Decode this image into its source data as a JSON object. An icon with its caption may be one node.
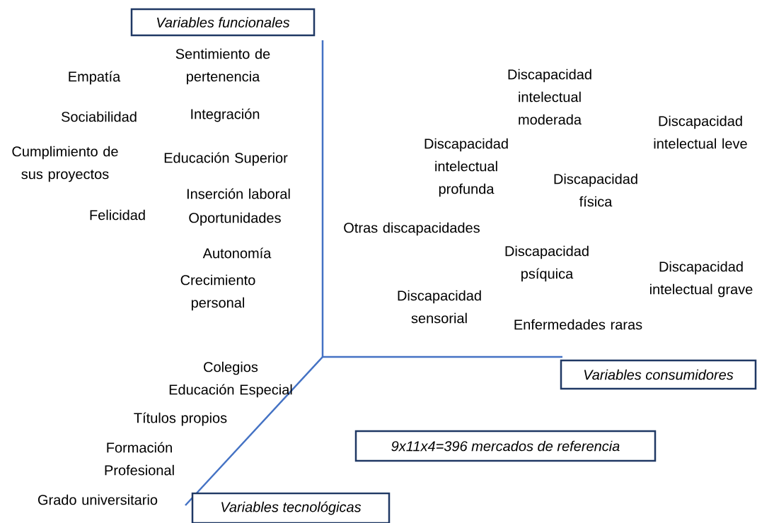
{
  "diagram": {
    "nodes": [
      {
        "text": [
          "Variables funcionales"
        ]
      },
      {
        "text": [
          "Variables consumidores"
        ]
      },
      {
        "text": [
          "9x11x4=396 mercados de referencia"
        ]
      },
      {
        "text": [
          "Variables tecnológicas"
        ]
      }
    ],
    "labels": [
      "Sentimiento de pertenencia",
      "Empatía",
      "Sociabilidad",
      "Integración",
      "Cumplimiento de sus proyectos",
      "Educación Superior",
      "Inserción laboral",
      "Felicidad",
      "Oportunidades",
      "Autonomía",
      "Crecimiento personal",
      "Discapacidad intelectual moderada",
      "Discapacidad intelectual leve",
      "Discapacidad intelectual profunda",
      "Discapacidad física",
      "Otras discapacidades",
      "Discapacidad psíquica",
      "Discapacidad intelectual grave",
      "Discapacidad sensorial",
      "Enfermedades raras",
      "Colegios Educación Especial",
      "Títulos propios",
      "Formación Profesional",
      "Grado universitario"
    ]
  }
}
